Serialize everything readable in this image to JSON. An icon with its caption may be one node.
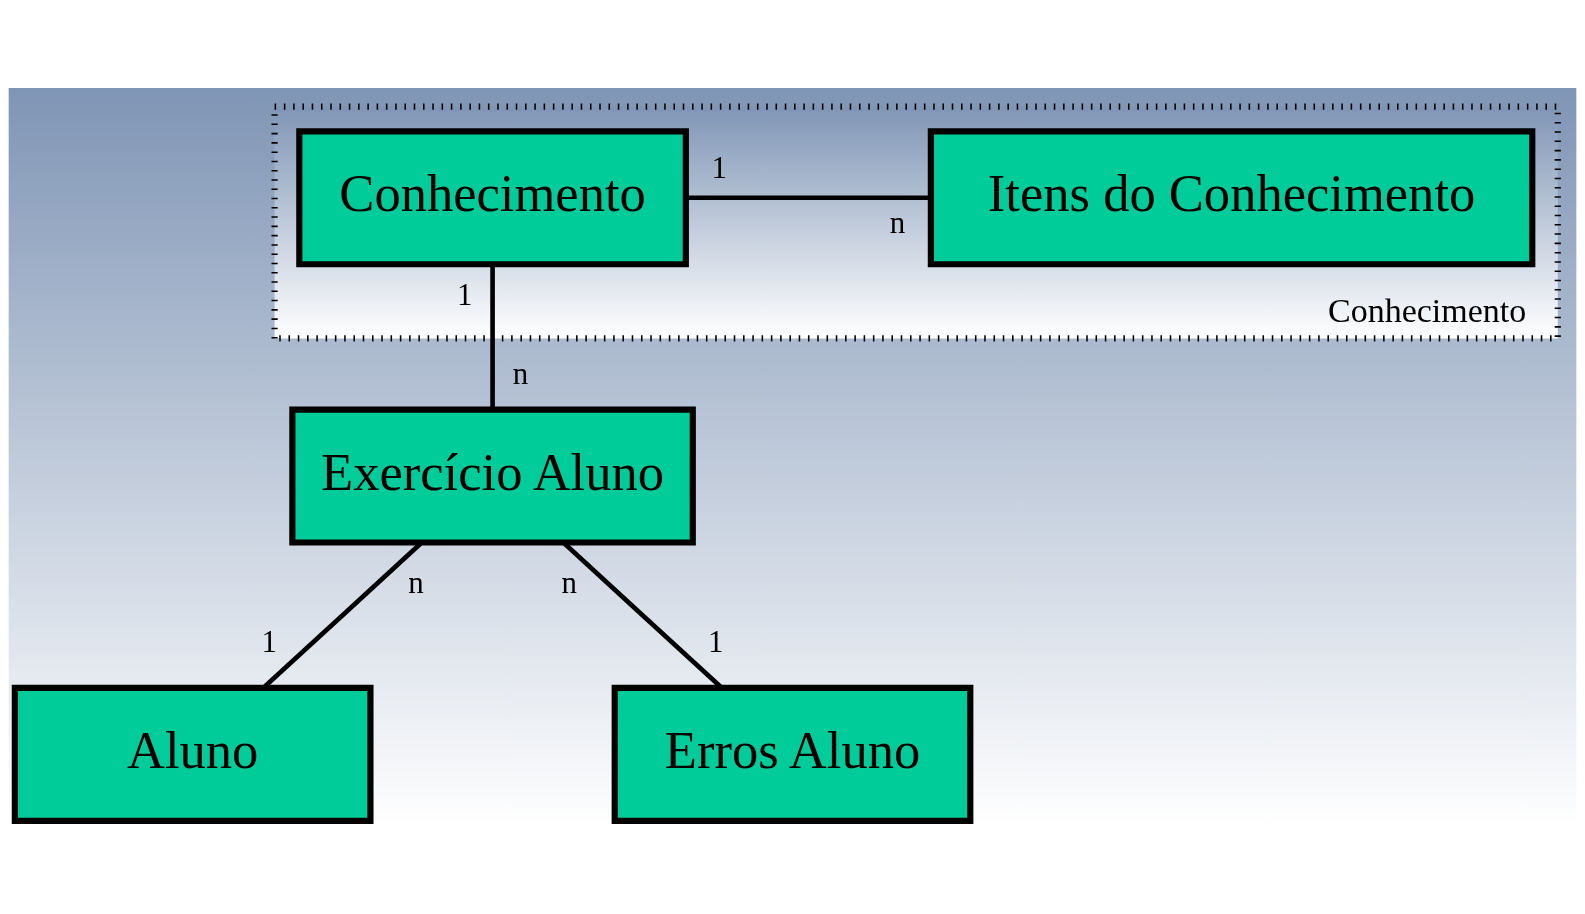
{
  "diagram": {
    "nodes": [
      {
        "text": [
          "Conhecimento"
        ]
      },
      {
        "text": [
          "Conhecimento"
        ],
        "in": 0
      },
      {
        "text": [
          "Itens do Conhecimento"
        ],
        "in": 0
      },
      {
        "text": [
          "Aluno"
        ]
      },
      {
        "text": [
          "Exercício Aluno"
        ]
      },
      {
        "text": [
          "Erros Aluno"
        ]
      }
    ],
    "edges": [
      {
        "from": 1,
        "to": 2,
        "arrow": "none"
      },
      {
        "from": 1,
        "to": 4,
        "arrow": "none"
      },
      {
        "from": 4,
        "to": 3,
        "arrow": "none"
      },
      {
        "from": 4,
        "to": 5,
        "arrow": "none"
      }
    ],
    "labels": [
      "1",
      "n",
      "1",
      "n",
      "n",
      "1",
      "n",
      "1"
    ]
  }
}
